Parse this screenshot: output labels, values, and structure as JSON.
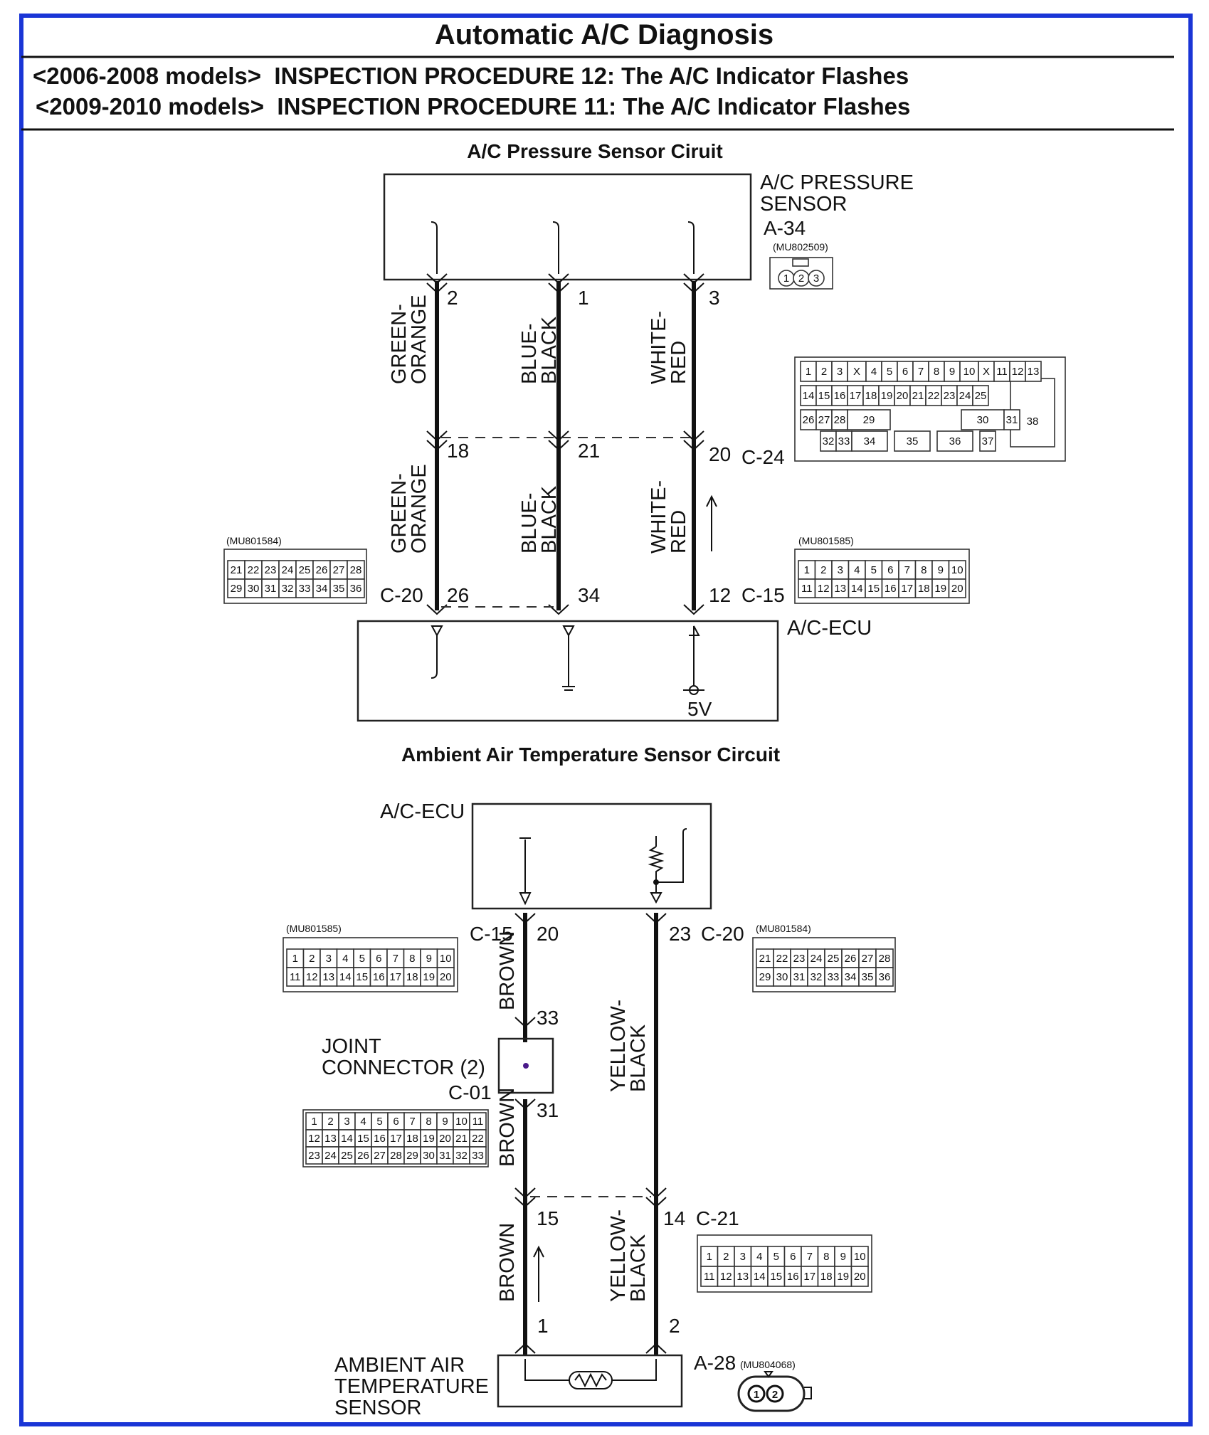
{
  "title": "Automatic A/C Diagnosis",
  "subtitle_lines": [
    "<2006-2008 models>  INSPECTION PROCEDURE 12: The A/C Indicator Flashes",
    "<2009-2010 models>  INSPECTION PROCEDURE 11: The A/C Indicator Flashes"
  ],
  "colors": {
    "frame": "#1a35d6",
    "ink": "#111111"
  },
  "pressure_circuit": {
    "heading": "A/C Pressure Sensor Ciruit",
    "sensor_name_line1": "A/C PRESSURE",
    "sensor_name_line2": "SENSOR",
    "sensor_connector": "A-34",
    "sensor_part": "(MU802509)",
    "sensor_pins": [
      "1",
      "2",
      "3"
    ],
    "wires": [
      {
        "upper_color_line1": "GREEN-",
        "upper_color_line2": "ORANGE",
        "sensor_pin": "2",
        "mid_pin": "18",
        "lower_color_line1": "GREEN-",
        "lower_color_line2": "ORANGE",
        "ecu_pin": "26"
      },
      {
        "upper_color_line1": "BLUE-",
        "upper_color_line2": "BLACK",
        "sensor_pin": "1",
        "mid_pin": "21",
        "lower_color_line1": "BLUE-",
        "lower_color_line2": "BLACK",
        "ecu_pin": "34"
      },
      {
        "upper_color_line1": "WHITE-",
        "upper_color_line2": "RED",
        "sensor_pin": "3",
        "mid_pin": "20",
        "lower_color_line1": "WHITE-",
        "lower_color_line2": "RED",
        "ecu_pin": "12"
      }
    ],
    "mid_connector": "C-24",
    "left_ecu_connector": "C-20",
    "right_ecu_connector": "C-15",
    "ecu_label": "A/C-ECU",
    "ecu_voltage": "5V",
    "left_part": "(MU801584)",
    "right_part": "(MU801585)",
    "c24_grid": [
      [
        "1",
        "2",
        "3",
        "X",
        "4",
        "5",
        "6",
        "7",
        "8",
        "9",
        "10",
        "X",
        "11",
        "12",
        "13"
      ],
      [
        "14",
        "15",
        "16",
        "17",
        "18",
        "19",
        "20",
        "21",
        "22",
        "23",
        "24",
        "25"
      ],
      [
        "26",
        "27",
        "28",
        "29",
        "30",
        "31"
      ],
      [
        "32",
        "33",
        "34",
        "35",
        "36",
        "37"
      ]
    ],
    "c24_side": "38",
    "c20_rows": [
      [
        "21",
        "22",
        "23",
        "24",
        "25",
        "26",
        "27",
        "28"
      ],
      [
        "29",
        "30",
        "31",
        "32",
        "33",
        "34",
        "35",
        "36"
      ]
    ],
    "c15_rows": [
      [
        "1",
        "2",
        "3",
        "4",
        "5",
        "6",
        "7",
        "8",
        "9",
        "10"
      ],
      [
        "11",
        "12",
        "13",
        "14",
        "15",
        "16",
        "17",
        "18",
        "19",
        "20"
      ]
    ]
  },
  "ambient_circuit": {
    "heading": "Ambient Air Temperature Sensor Circuit",
    "ecu_label": "A/C-ECU",
    "left_connector": "C-15",
    "left_pin": "20",
    "right_connector": "C-20",
    "right_pin": "23",
    "left_part": "(MU801585)",
    "right_part": "(MU801584)",
    "brown": "BROWN",
    "yellow_line1": "YELLOW-",
    "yellow_line2": "BLACK",
    "joint_line1": "JOINT",
    "joint_line2": "CONNECTOR (2)",
    "joint_connector": "C-01",
    "joint_pin_top": "33",
    "joint_pin_bottom": "31",
    "mid_pin_left": "15",
    "mid_pin_right": "14",
    "mid_connector": "C-21",
    "sensor_pin_left": "1",
    "sensor_pin_right": "2",
    "sensor_connector": "A-28",
    "sensor_part": "(MU804068)",
    "sensor_pins": [
      "1",
      "2"
    ],
    "sensor_line1": "AMBIENT AIR",
    "sensor_line2": "TEMPERATURE",
    "sensor_line3": "SENSOR",
    "c01_rows": [
      [
        "1",
        "2",
        "3",
        "4",
        "5",
        "6",
        "7",
        "8",
        "9",
        "10",
        "11"
      ],
      [
        "12",
        "13",
        "14",
        "15",
        "16",
        "17",
        "18",
        "19",
        "20",
        "21",
        "22"
      ],
      [
        "23",
        "24",
        "25",
        "26",
        "27",
        "28",
        "29",
        "30",
        "31",
        "32",
        "33"
      ]
    ],
    "c21_rows": [
      [
        "1",
        "2",
        "3",
        "4",
        "5",
        "6",
        "7",
        "8",
        "9",
        "10"
      ],
      [
        "11",
        "12",
        "13",
        "14",
        "15",
        "16",
        "17",
        "18",
        "19",
        "20"
      ]
    ]
  }
}
